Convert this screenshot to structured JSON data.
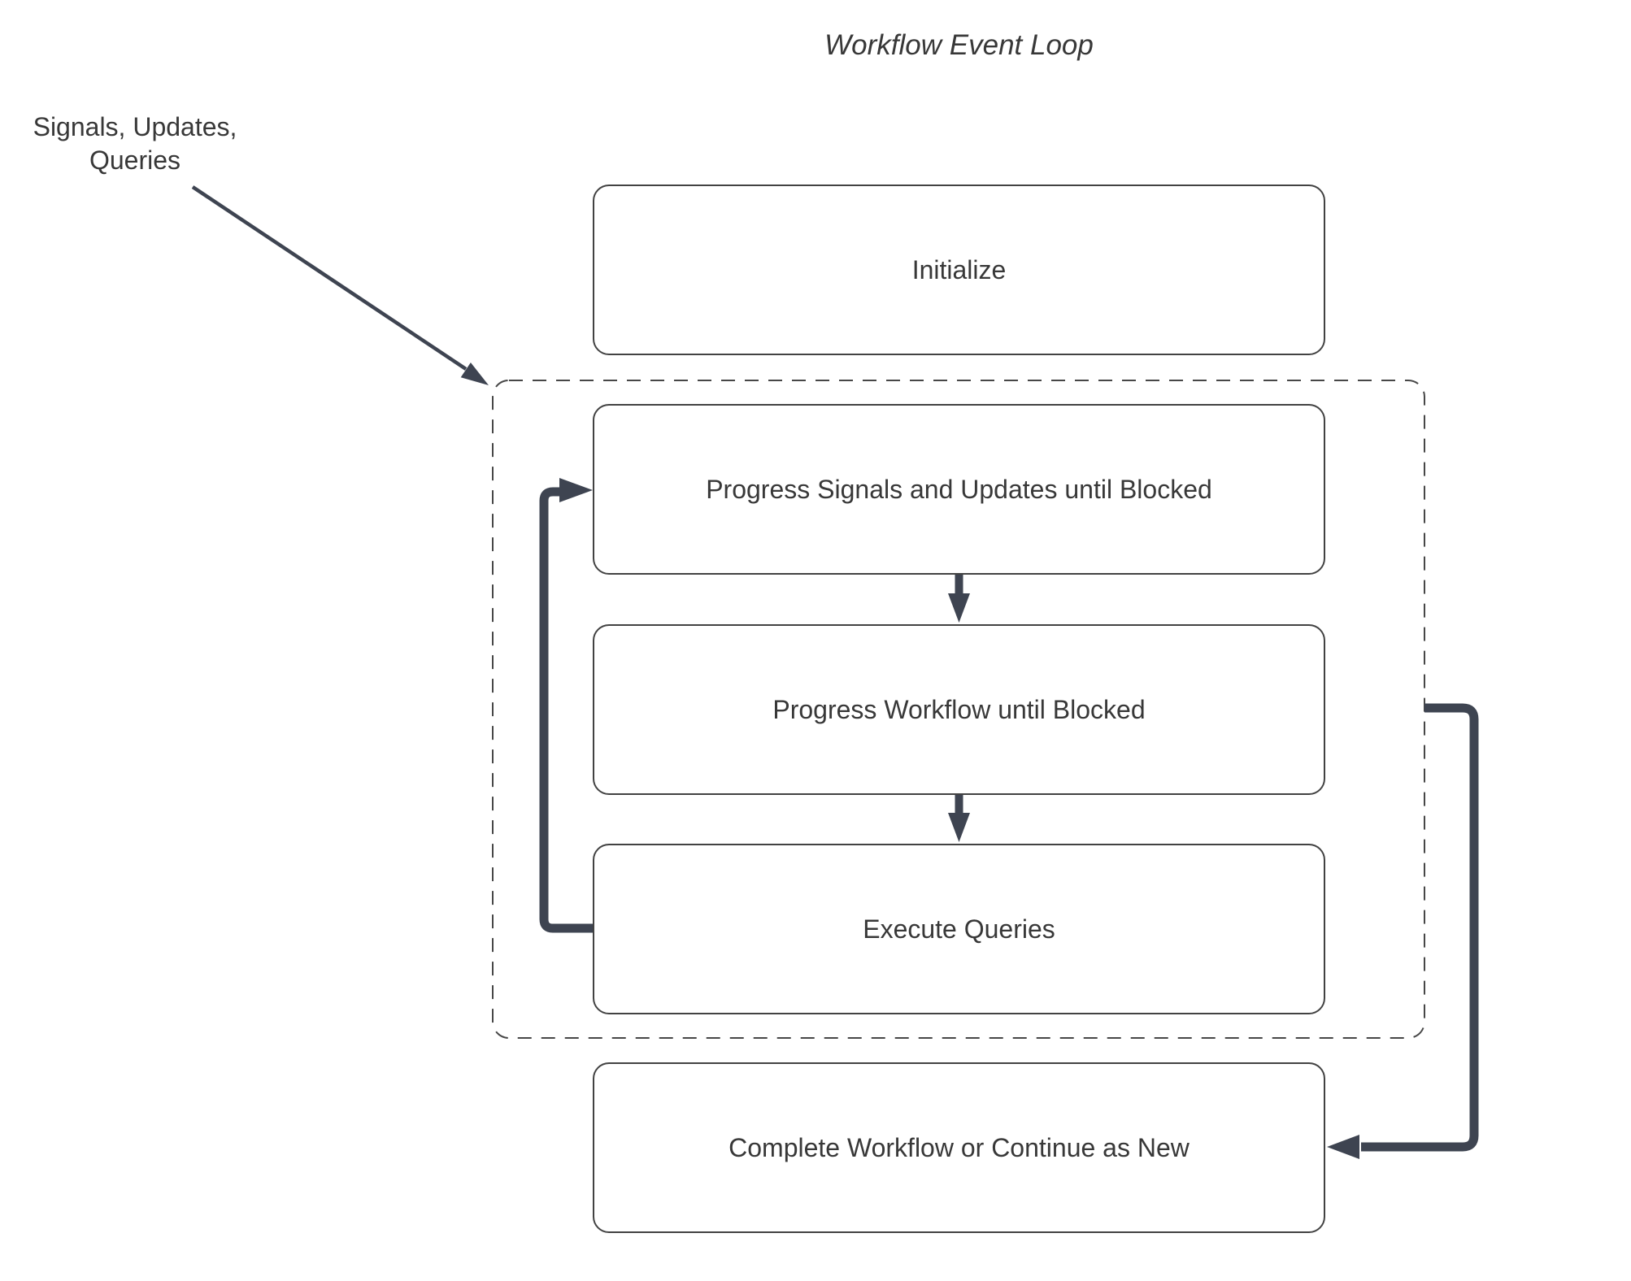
{
  "title": "Workflow Event Loop",
  "annotation": {
    "line1": "Signals, Updates,",
    "line2": "Queries"
  },
  "nodes": {
    "initialize": {
      "label": "Initialize"
    },
    "progress_signals": {
      "label": "Progress Signals and Updates until Blocked"
    },
    "progress_workflow": {
      "label": "Progress Workflow until Blocked"
    },
    "execute_queries": {
      "label": "Execute Queries"
    },
    "complete": {
      "label": "Complete Workflow or Continue as New"
    }
  },
  "edges": [
    {
      "from": "signals-updates-queries-annotation",
      "to": "event-loop-container",
      "style": "thin-diagonal-arrow"
    },
    {
      "from": "progress_signals",
      "to": "progress_workflow",
      "style": "thick-down-arrow"
    },
    {
      "from": "progress_workflow",
      "to": "execute_queries",
      "style": "thick-down-arrow"
    },
    {
      "from": "execute_queries",
      "to": "progress_signals",
      "style": "thick-left-loop-arrow"
    },
    {
      "from": "event-loop-container",
      "to": "complete",
      "style": "thick-right-down-arrow"
    }
  ],
  "colors": {
    "arrow": "#3e4451",
    "thin_arrow": "#3e4451",
    "box_border": "#424242",
    "dashed_border": "#474747",
    "text": "#383838",
    "background": "#ffffff"
  }
}
